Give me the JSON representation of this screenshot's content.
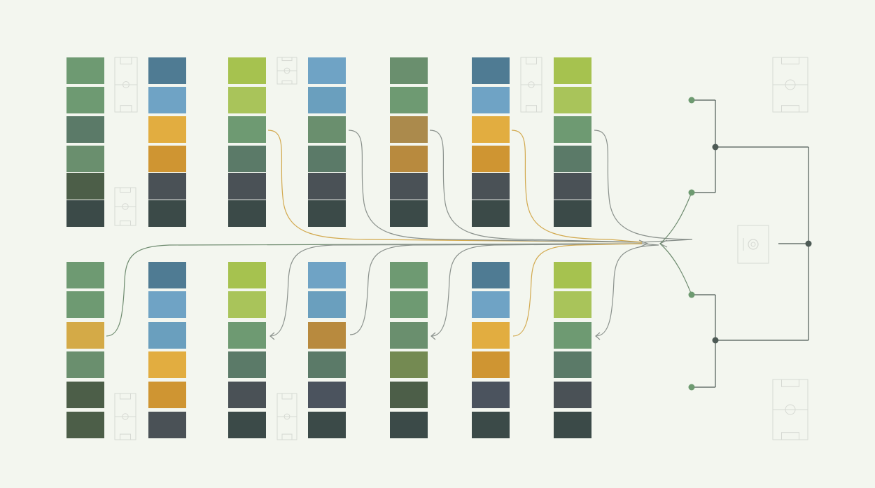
{
  "palette": {
    "background": "#f3f6ef",
    "green": "#6e9a72",
    "green_mid": "#6a8f6e",
    "green_teal": "#5b7a68",
    "green_dark": "#4e6552",
    "olive": "#748a52",
    "lime": "#a6c24f",
    "lime_light": "#a9c45a",
    "blue_dark": "#4f7b93",
    "blue": "#6fa3c5",
    "blue_light": "#6a9fbe",
    "gold": "#e2ad40",
    "gold_dark": "#cf9532",
    "ochre": "#ab8a4c",
    "brown_gold": "#b88a3e",
    "mustard": "#d4aa47",
    "slate": "#4a5156",
    "slate_blue": "#4b535e",
    "charcoal": "#3b4a48",
    "moss_dark": "#4c5e48",
    "line_green": "#6d8a6e",
    "line_gold": "#d2a94e",
    "line_gray": "#8a918c",
    "node_green": "#6d9a70",
    "node_dark": "#4d5a55",
    "pitch_line": "#d6d9d3"
  },
  "diagram": {
    "icons": [
      "football-pitch-icon",
      "arrow-head-icon",
      "junction-node-icon"
    ],
    "top_row_columns": [
      [
        "green",
        "green",
        "green_teal",
        "green_mid",
        "moss_dark",
        "charcoal"
      ],
      [
        "blue_dark",
        "blue",
        "gold",
        "gold_dark",
        "slate",
        "charcoal"
      ],
      [
        "lime",
        "lime_light",
        "green",
        "green_teal",
        "slate",
        "charcoal"
      ],
      [
        "blue",
        "blue_light",
        "green_mid",
        "green_teal",
        "slate",
        "charcoal"
      ],
      [
        "green_mid",
        "green",
        "ochre",
        "brown_gold",
        "slate",
        "charcoal"
      ],
      [
        "blue_dark",
        "blue",
        "gold",
        "gold_dark",
        "slate",
        "charcoal"
      ],
      [
        "lime",
        "lime_light",
        "green",
        "green_teal",
        "slate",
        "charcoal"
      ]
    ],
    "bottom_row_columns": [
      [
        "green",
        "green",
        "mustard",
        "green_mid",
        "moss_dark",
        "moss_dark"
      ],
      [
        "blue_dark",
        "blue",
        "blue_light",
        "gold",
        "gold_dark",
        "slate"
      ],
      [
        "lime",
        "lime_light",
        "green",
        "green_teal",
        "slate",
        "charcoal"
      ],
      [
        "blue",
        "blue_light",
        "brown_gold",
        "green_teal",
        "slate_blue",
        "charcoal"
      ],
      [
        "green",
        "green",
        "green_mid",
        "olive",
        "moss_dark",
        "charcoal"
      ],
      [
        "blue_dark",
        "blue",
        "gold",
        "gold_dark",
        "slate_blue",
        "charcoal"
      ],
      [
        "lime",
        "lime_light",
        "green",
        "green_teal",
        "slate",
        "charcoal"
      ]
    ],
    "connector_colors_top": [
      "line_gold",
      "line_gray",
      "line_gray",
      "line_gold",
      "line_gray"
    ],
    "connector_colors_bottom": [
      "line_green",
      "line_gray",
      "line_gray",
      "line_gray",
      "line_gold",
      "line_gray"
    ],
    "bracket_groups": 2,
    "bracket_entries_per_group": 2
  }
}
